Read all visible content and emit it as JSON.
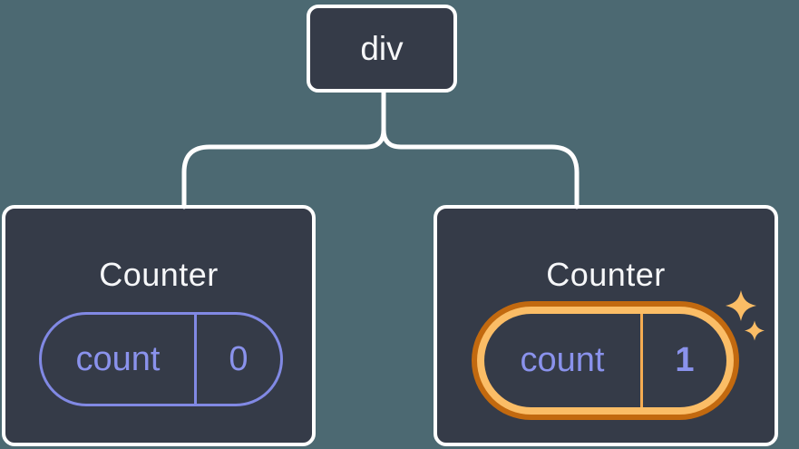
{
  "tree": {
    "root": {
      "label": "div"
    },
    "children": [
      {
        "title": "Counter",
        "state": {
          "key": "count",
          "value": "0"
        },
        "highlighted": false
      },
      {
        "title": "Counter",
        "state": {
          "key": "count",
          "value": "1"
        },
        "highlighted": true
      }
    ]
  },
  "icons": {
    "sparkles": "sparkles-icon"
  },
  "colors": {
    "background": "#4C6972",
    "node-fill": "#353B48",
    "node-border": "#FFFFFF",
    "connector": "#FFFFFF",
    "title-text": "#F6F7F9",
    "state-accent": "#8189E4",
    "state-text": "#8A92EC",
    "highlight-outer": "#C2690F",
    "highlight-inner": "#FBBD66",
    "highlight-divider": "#F5AC52",
    "sparkle": "#FBBD66"
  }
}
